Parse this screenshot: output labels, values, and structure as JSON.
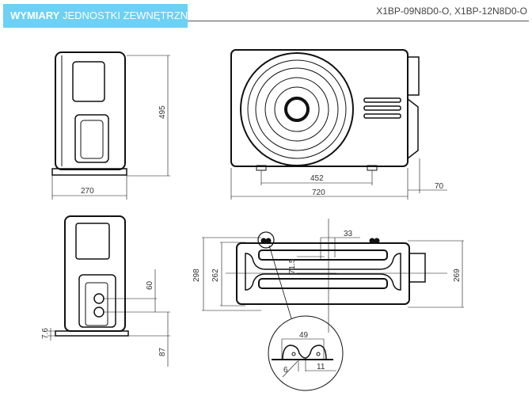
{
  "header": {
    "title_bold": "WYMIARY",
    "title_rest": " JEDNOSTKI ZEWNĘTRZNEJ",
    "models": "X1BP-09N8D0-O, X1BP-12N8D0-O"
  },
  "dimensions": {
    "side_height": "495",
    "side_depth": "270",
    "feet_spacing": "452",
    "width": "720",
    "side_protrusion": "70",
    "valve_spacing": "60",
    "base_offset": "7.6",
    "valve_height": "87",
    "top_depth_total": "298",
    "top_depth_body": "262",
    "top_depth_right": "269",
    "mount_offset_x": "33",
    "mount_offset_y": "71.5",
    "detail_width": "49",
    "detail_slot": "6",
    "detail_edge": "11"
  }
}
